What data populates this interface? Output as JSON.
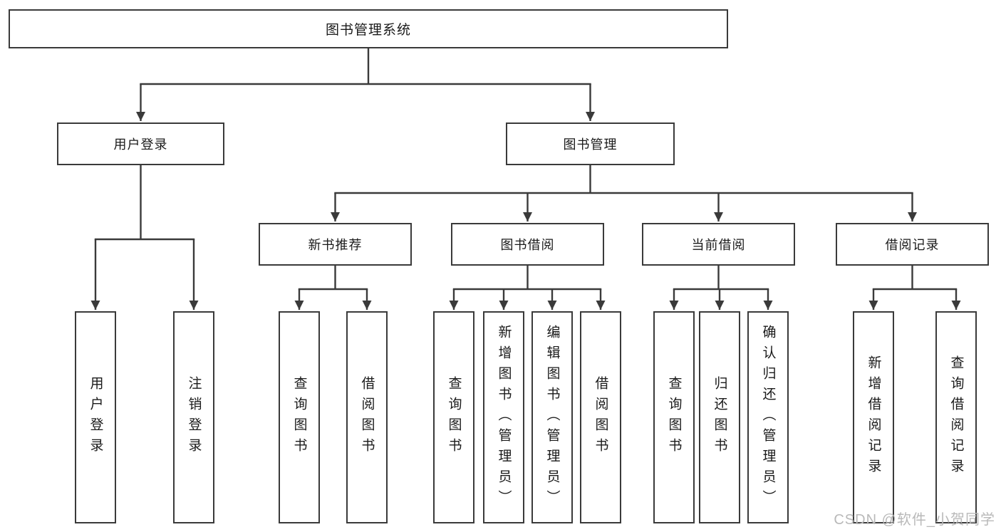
{
  "diagram_type": "hierarchy-tree",
  "tree": {
    "label": "图书管理系统",
    "children": [
      {
        "label": "用户登录",
        "children": [
          {
            "label": "用户登录"
          },
          {
            "label": "注销登录"
          }
        ]
      },
      {
        "label": "图书管理",
        "children": [
          {
            "label": "新书推荐",
            "children": [
              {
                "label": "查询图书"
              },
              {
                "label": "借阅图书"
              }
            ]
          },
          {
            "label": "图书借阅",
            "children": [
              {
                "label": "查询图书"
              },
              {
                "label": "新增图书（管理员）"
              },
              {
                "label": "编辑图书（管理员）"
              },
              {
                "label": "借阅图书"
              }
            ]
          },
          {
            "label": "当前借阅",
            "children": [
              {
                "label": "查询图书"
              },
              {
                "label": "归还图书"
              },
              {
                "label": "确认归还（管理员）"
              }
            ]
          },
          {
            "label": "借阅记录",
            "children": [
              {
                "label": "新增借阅记录"
              },
              {
                "label": "查询借阅记录"
              }
            ]
          }
        ]
      }
    ]
  },
  "watermark": {
    "text": "CSDN @软件_小贺同学"
  },
  "colors": {
    "line": "#3a3a3a",
    "text": "#1a1a1a",
    "watermark": "#b9b9b9",
    "background": "#ffffff"
  }
}
